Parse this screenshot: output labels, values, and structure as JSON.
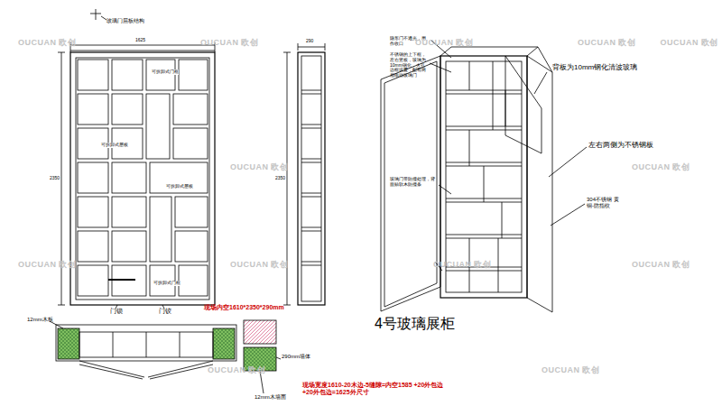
{
  "diagram": {
    "title": "4号玻璃展柜",
    "labels": [
      "玻璃门层板结构",
      "可拆卸式门框",
      "可拆卸式门框",
      "可拆卸式层板",
      "可拆卸式层板",
      "门锁",
      "门铰",
      "现场内空1610*2350*290mm",
      "12mm木板",
      "290mm墙体",
      "12mm木墙面",
      "现场宽度1610-20木边-5缝隙=内空1585 +20外包边+20外包边=1625外尺寸",
      "背板为10mm钢化清波玻璃",
      "左右两侧为不锈钢板",
      "304不锈钢 黄铜-防指纹",
      "隐形门不通光，用作收口",
      "不锈钢的上下框，左右竖板，玻璃为10mm钢化，大孔边框设置，配有两扇电动玻璃门",
      "玻璃门带防撞处理，背面贴软木防撞条",
      "1625",
      "2350",
      "290",
      "2350",
      "OUCUAN 欧创",
      "OUCUAN 欧创",
      "OUCUAN 欧创",
      "OUCUAN 欧创",
      "OUCUAN 欧创",
      "OUCUAN 欧创",
      "OUCUAN 欧创",
      "OUCUAN 欧创",
      "OUCUAN 欧创",
      "OUCUAN 欧创",
      "OUCUAN 欧创",
      "OUCUAN 欧创",
      "OUCUAN 欧创"
    ]
  }
}
